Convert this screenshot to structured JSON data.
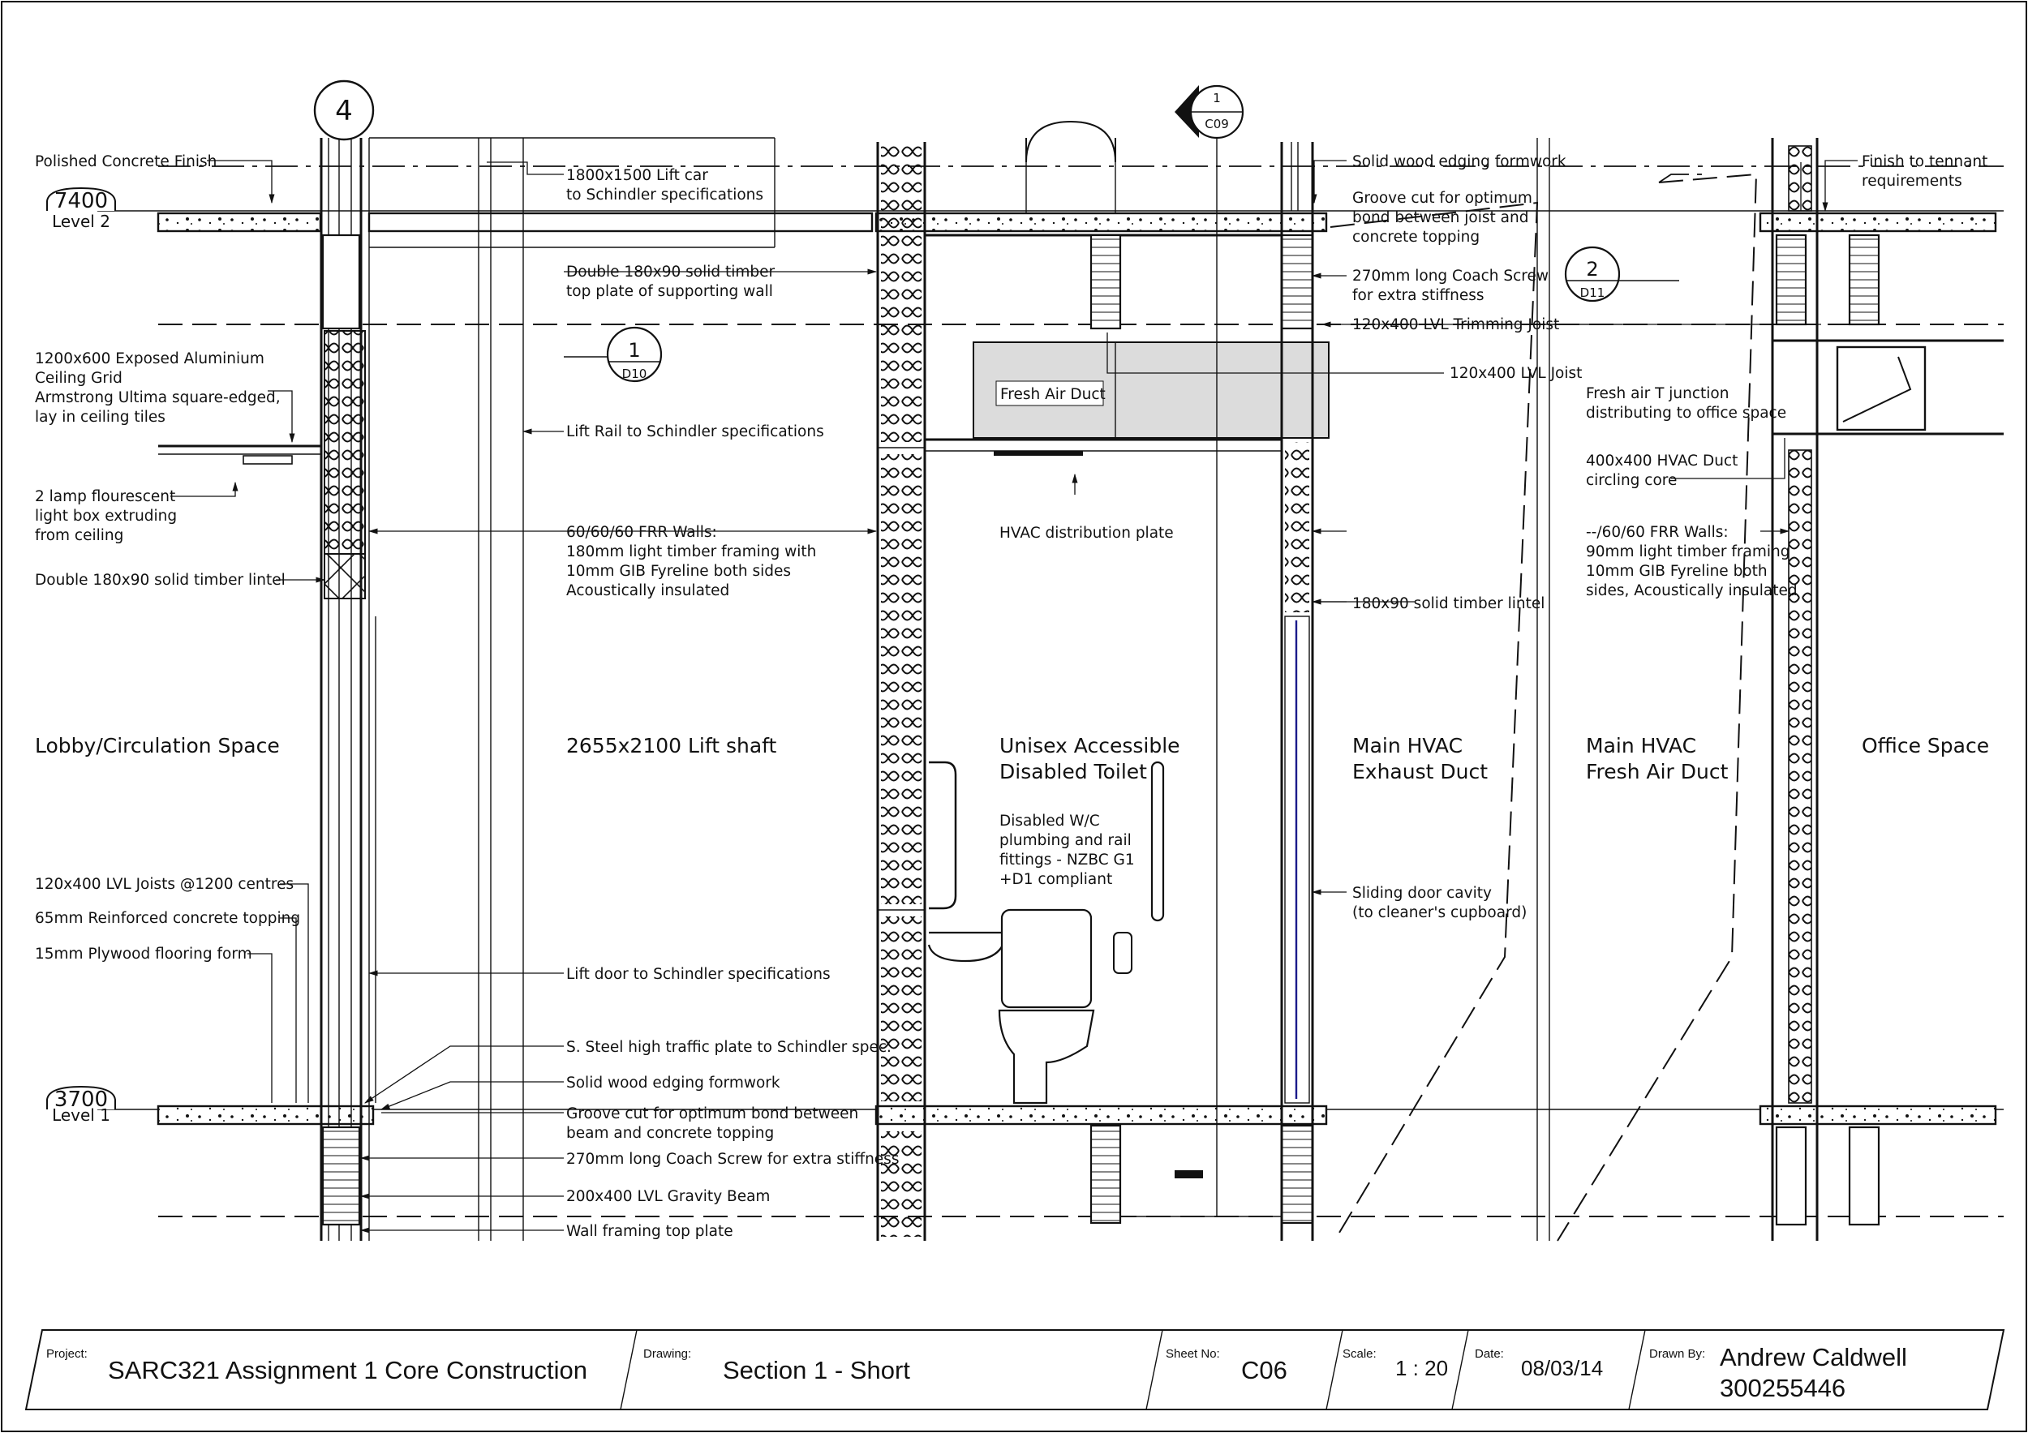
{
  "grid": {
    "number": "4"
  },
  "section_marker": {
    "top": "1",
    "bottom": "C09"
  },
  "callouts": [
    {
      "id": "d10",
      "top": "1",
      "bottom": "D10"
    },
    {
      "id": "d11",
      "top": "2",
      "bottom": "D11"
    }
  ],
  "levels": [
    {
      "id": "level2",
      "value": "7400",
      "name": "Level 2"
    },
    {
      "id": "level1",
      "value": "3700",
      "name": "Level 1"
    }
  ],
  "spaces": {
    "lobby": "Lobby/Circulation Space",
    "lift_shaft": "2655x2100 Lift shaft",
    "toilet": [
      "Unisex Accessible",
      "Disabled Toilet"
    ],
    "exhaust": [
      "Main HVAC",
      "Exhaust Duct"
    ],
    "fresh_air": [
      "Main HVAC",
      "Fresh Air Duct"
    ],
    "office": "Office Space"
  },
  "labels": {
    "polished_concrete": "Polished Concrete Finish",
    "ceiling_grid": [
      "1200x600 Exposed Aluminium",
      "Ceiling Grid",
      "Armstrong Ultima square-edged,",
      "lay in ceiling tiles"
    ],
    "light_box": [
      "2 lamp flourescent",
      "light box extruding",
      "from ceiling"
    ],
    "lintel_left": "Double 180x90 solid timber lintel",
    "lvl_joists": "120x400 LVL Joists @1200 centres",
    "concrete_topping": "65mm Reinforced concrete topping",
    "plywood": "15mm Plywood flooring form",
    "lift_car": [
      "1800x1500 Lift car",
      "to Schindler specifications"
    ],
    "top_plate": [
      "Double 180x90 solid timber",
      "top plate of supporting wall"
    ],
    "lift_rail": "Lift Rail to Schindler specifications",
    "frr_walls_left": [
      "60/60/60 FRR Walls:",
      "180mm light timber framing with",
      "10mm GIB Fyreline both sides",
      "Acoustically insulated"
    ],
    "lift_door": "Lift door to Schindler specifications",
    "steel_plate": "S. Steel high traffic plate to Schindler spec.",
    "edging_left": "Solid wood edging formwork",
    "groove_left": [
      "Groove cut for optimum bond between",
      "beam and concrete topping"
    ],
    "coach_screw_left": "270mm long Coach Screw for extra stiffness",
    "gravity_beam": "200x400 LVL Gravity Beam",
    "wall_top_plate": "Wall framing top plate",
    "fresh_air_duct": "Fresh Air Duct",
    "hvac_plate": "HVAC distribution plate",
    "disabled_wc": [
      "Disabled W/C",
      "plumbing and rail",
      "fittings - NZBC G1",
      "+D1 compliant"
    ],
    "edging_right": "Solid wood edging formwork",
    "groove_right": [
      "Groove cut for optimum",
      "bond between joist and",
      "concrete topping"
    ],
    "coach_screw_right": [
      "270mm long Coach Screw",
      "for extra stiffness"
    ],
    "trimming_joist": "120x400 LVL Trimming Joist",
    "lvl_joist": "120x400 LVL Joist",
    "lintel_right": "180x90 solid timber lintel",
    "sliding_door": [
      "Sliding door cavity",
      "(to cleaner's cupboard)"
    ],
    "tenant_finish": [
      "Finish to tennant",
      "requirements"
    ],
    "t_junction": [
      "Fresh air T junction",
      "distributing to office space"
    ],
    "hvac_duct": [
      "400x400 HVAC Duct",
      "circling core"
    ],
    "frr_walls_right": [
      "--/60/60 FRR Walls:",
      "90mm light timber framing",
      "10mm GIB Fyreline both",
      "sides, Acoustically insulated"
    ]
  },
  "title_block": {
    "project_label": "Project:",
    "project": "SARC321 Assignment 1 Core Construction",
    "drawing_label": "Drawing:",
    "drawing": "Section 1 - Short",
    "sheet_label": "Sheet No:",
    "sheet": "C06",
    "scale_label": "Scale:",
    "scale": "1 : 20",
    "date_label": "Date:",
    "date": "08/03/14",
    "drawn_label": "Drawn By:",
    "drawn_name": "Andrew Caldwell",
    "drawn_id": "300255446"
  }
}
